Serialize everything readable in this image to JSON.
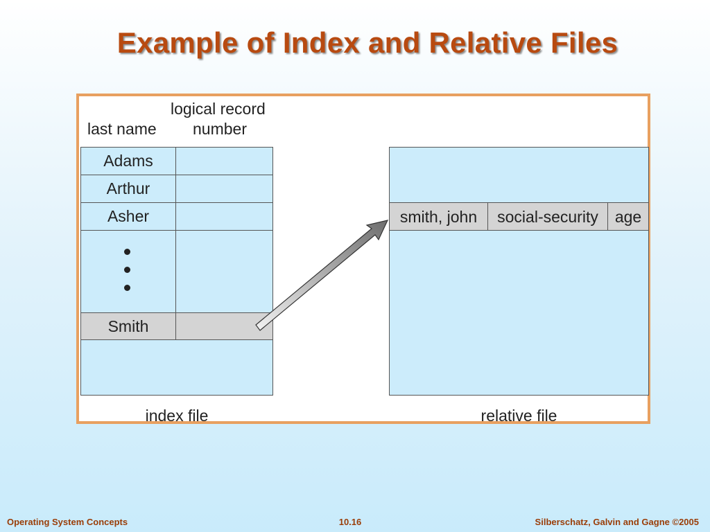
{
  "title": "Example of Index and Relative Files",
  "index_file": {
    "header_last_name": "last name",
    "header_logical_record_line1": "logical record",
    "header_logical_record_line2": "number",
    "rows": [
      "Adams",
      "Arthur",
      "Asher",
      "Smith"
    ],
    "caption": "index file"
  },
  "relative_file": {
    "record": [
      "smith, john",
      "social-security",
      "age"
    ],
    "caption": "relative file"
  },
  "footer": {
    "left": "Operating System Concepts",
    "center": "10.16",
    "right": "Silberschatz, Galvin and Gagne ©2005"
  }
}
